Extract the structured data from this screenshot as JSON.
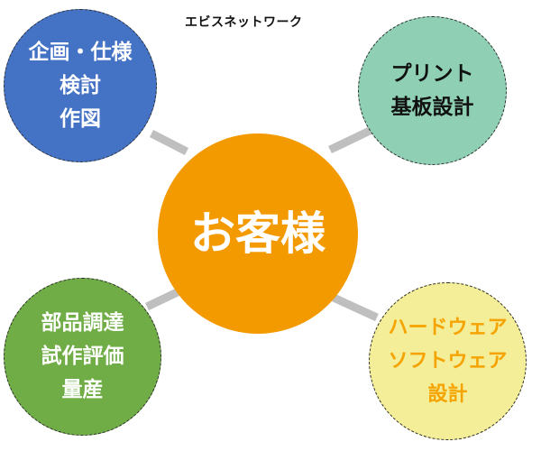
{
  "header": {
    "title": "エビスネットワーク"
  },
  "center": {
    "label": "お客様",
    "fill": "#F39A00",
    "text_color": "#FFFFFF"
  },
  "nodes": {
    "top_left": {
      "lines": [
        "企画・仕様",
        "検討",
        "作図"
      ],
      "fill": "#4472C4",
      "text_color": "#FFFFFF"
    },
    "top_right": {
      "lines": [
        "プリント",
        "基板設計"
      ],
      "fill": "#8FD0B4",
      "text_color": "#111111"
    },
    "bottom_left": {
      "lines": [
        "部品調達",
        "試作評価",
        "量産"
      ],
      "fill": "#70AD47",
      "text_color": "#FFFFFF"
    },
    "bottom_right": {
      "lines": [
        "ハードウェア",
        "ソフトウェア",
        "設計"
      ],
      "fill": "#F5EE99",
      "text_color": "#F5A300"
    }
  },
  "connector_color": "#BFBFBF"
}
